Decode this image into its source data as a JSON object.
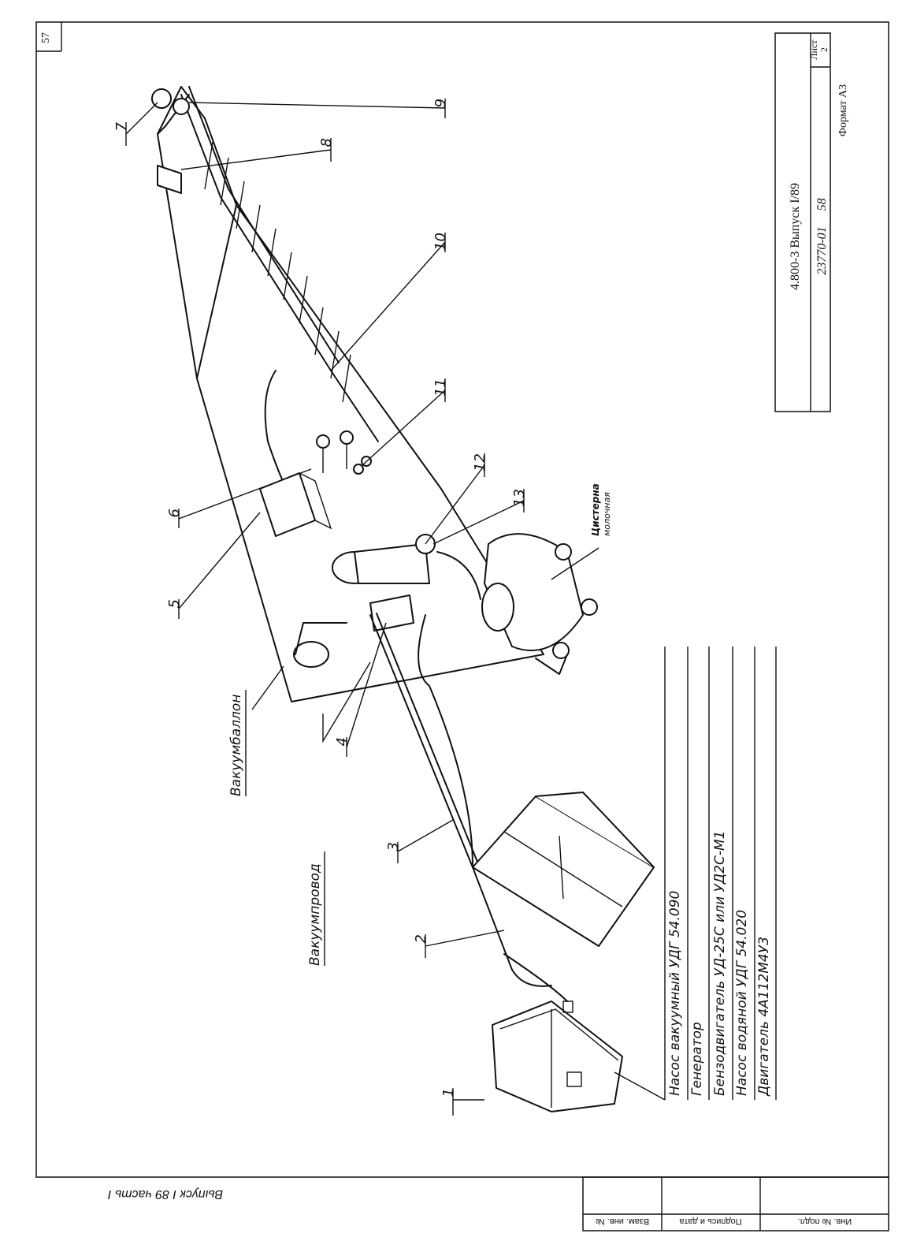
{
  "sheet": {
    "page_number": "57",
    "sheet_label": "Лист",
    "sheet_number": "2",
    "series": "4.800-3  Выпуск I/89",
    "doc_code": "23770-01",
    "doc_page": "58",
    "format": "Формат A3",
    "issue_note": "Выпуск I 89 часть I"
  },
  "stamp": {
    "col1": "Инв. № подл.",
    "col2": "Подпись и дата",
    "col3": "Взам. инв. №"
  },
  "callouts": [
    "1",
    "2",
    "3",
    "4",
    "5",
    "6",
    "7",
    "8",
    "9",
    "10",
    "11",
    "12",
    "13"
  ],
  "labels": {
    "vacuum_balloon": "Вакуумбаллон",
    "vacuum_pipeline": "Вакуумпровод",
    "milk_tank_line1": "Цистерна",
    "milk_tank_line2": "молочная"
  },
  "legend": [
    "Насос вакуумный УДГ 54.090",
    "Генератор",
    "Бензодвигатель УД-25С или УД2С-М1",
    "Насос водяной УДГ 54.020",
    "Двигатель 4А112М4У3"
  ]
}
